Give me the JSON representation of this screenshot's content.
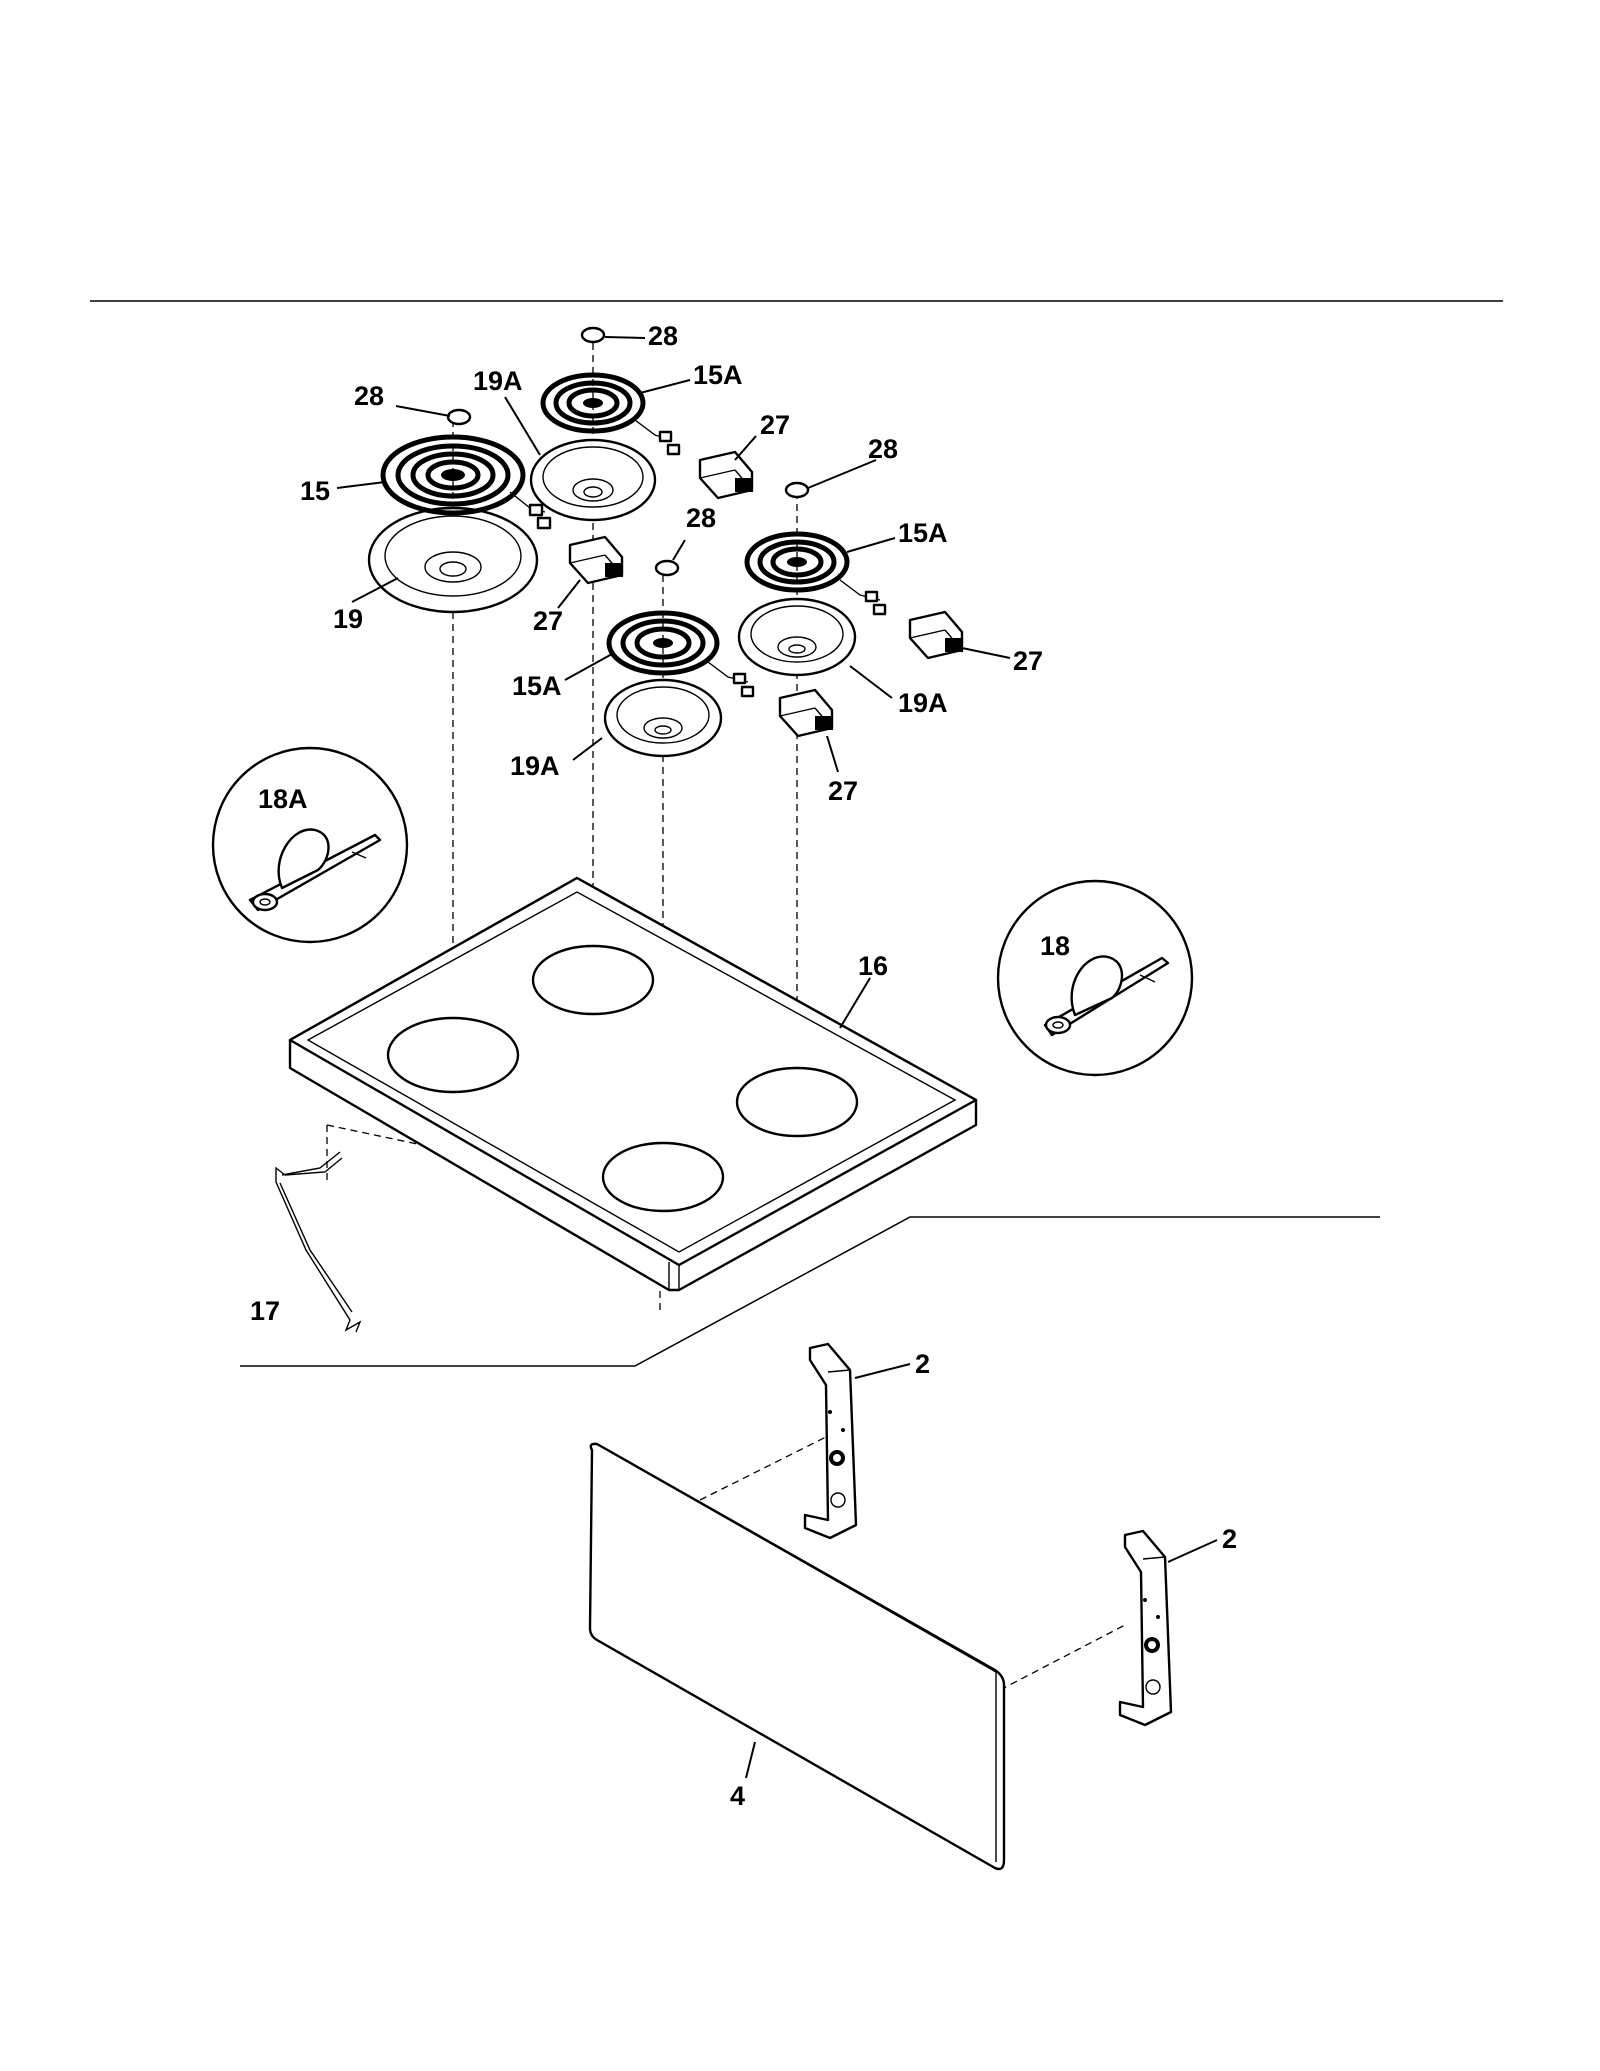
{
  "callouts": {
    "c28_top": "28",
    "c28_left": "28",
    "c28_mid": "28",
    "c28_right": "28",
    "c15": "15",
    "c15A_top": "15A",
    "c15A_right": "15A",
    "c15A_front": "15A",
    "c19": "19",
    "c19A_top": "19A",
    "c19A_right": "19A",
    "c19A_front": "19A",
    "c27_top": "27",
    "c27_left": "27",
    "c27_right": "27",
    "c27_front": "27",
    "c18A": "18A",
    "c18": "18",
    "c16": "16",
    "c17": "17",
    "c2_left": "2",
    "c2_right": "2",
    "c4": "4"
  }
}
